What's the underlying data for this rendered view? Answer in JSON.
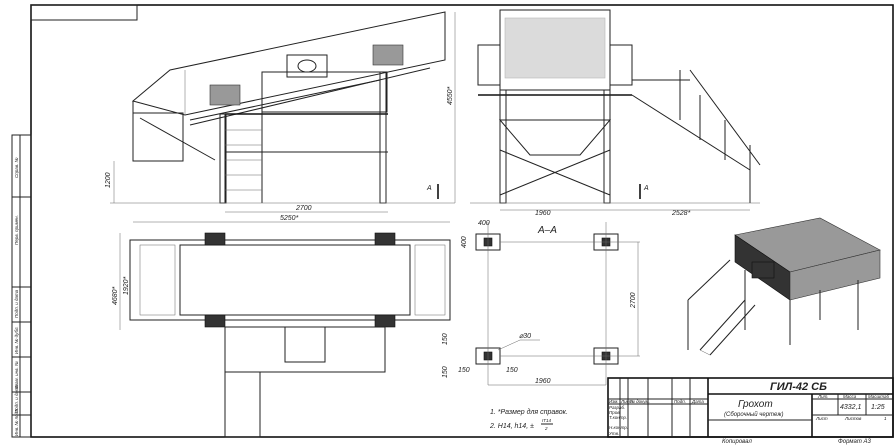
{
  "drawing": {
    "designation": "ГИЛ-42 СБ",
    "name": "Грохот",
    "doc_type": "(Сборочный чертеж)",
    "mass": "4332,1",
    "scale": "1:25",
    "sheets": "1",
    "copied": "Копировал",
    "format": "Формат  А3"
  },
  "title_block": {
    "headers": [
      "Изм.",
      "Лист",
      "№ докум.",
      "Подп.",
      "Дата"
    ],
    "roles": [
      "Разраб.",
      "Пров.",
      "Т.контр.",
      "Н.контр.",
      "Утв."
    ],
    "lit": "Лит.",
    "mass_label": "Масса",
    "scale_label": "Масштаб",
    "sheet_label": "Лист",
    "sheets_label": "Листов"
  },
  "side_stamps": [
    "Перв. примен.",
    "Справ. №",
    "Подп. и дата",
    "Инв. № дубл.",
    "Взам. инв. №",
    "Подп. и дата",
    "Инв. № подл."
  ],
  "dimensions": {
    "side_height": "4550*",
    "side_leg": "1200",
    "side_span": "2700",
    "side_total": "5250*",
    "front_base": "1960",
    "front_stair": "2528*",
    "plan_width": "4680*",
    "plan_inner": "1920*",
    "section_label": "А–А",
    "section_mark": "А",
    "pad": "400",
    "pad_v": "400",
    "sec_height": "2700",
    "sec_width": "1960",
    "hole": "⌀30",
    "off1": "150",
    "off2": "150",
    "off_v1": "150",
    "off_v2": "150"
  },
  "notes": [
    "1. *Размер для справок.",
    "2. H14, h14, ±"
  ],
  "tolerance": {
    "num": "IT14",
    "den": "2"
  }
}
